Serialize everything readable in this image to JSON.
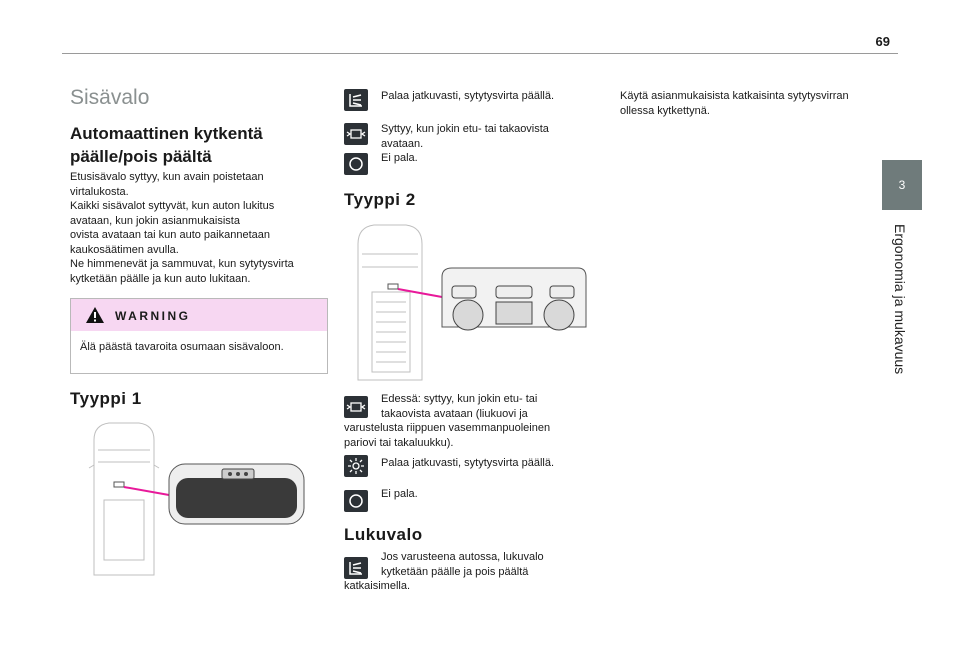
{
  "page": {
    "number": "69",
    "chapter_number": "3",
    "chapter_title": "Ergonomia ja mukavuus"
  },
  "col1": {
    "heading": "Sisävalo",
    "subheading": "Automaattinen kytkentä päälle/pois päältä",
    "paragraphs": [
      "Etusisävalo syttyy, kun avain poistetaan",
      "virtalukosta.",
      "Kaikki sisävalot syttyvät, kun auton lukitus",
      "avataan, kun jokin asianmukaisista",
      "ovista avataan tai kun auto paikannetaan",
      "kaukosäätimen avulla.",
      "Ne himmenevät ja sammuvat, kun sytytysvirta",
      "kytketään päälle ja kun auto lukitaan."
    ],
    "warning": {
      "title": "WARNING",
      "text": "Älä päästä tavaroita osumaan sisävaloon."
    },
    "type1_heading": "Tyyppi 1"
  },
  "col2": {
    "items_top": [
      {
        "icon": "light-on-icon",
        "lines": [
          "Palaa jatkuvasti, sytytysvirta päällä."
        ]
      },
      {
        "icon": "door-light-icon",
        "lines": [
          "Syttyy, kun jokin etu- tai takaovista",
          "avataan."
        ]
      },
      {
        "icon": "off-icon",
        "lines": [
          "Ei pala."
        ]
      }
    ],
    "type2_heading": "Tyyppi 2",
    "items_mid": [
      {
        "icon": "door-light-icon",
        "lines": [
          "Edessä: syttyy, kun jokin etu- tai",
          "takaovista avataan (liukuovi ja",
          "varustelusta riippuen vasemmanpuoleinen",
          "pariovi tai takaluukku)."
        ]
      },
      {
        "icon": "sun-icon",
        "lines": [
          "Palaa jatkuvasti, sytytysvirta päällä."
        ]
      },
      {
        "icon": "off-icon",
        "lines": [
          "Ei pala."
        ]
      }
    ],
    "reading_heading": "Lukuvalo",
    "reading": {
      "icon": "light-on-icon",
      "lines": [
        "Jos varusteena autossa, lukuvalo",
        "kytketään päälle ja pois päältä",
        "katkaisimella."
      ]
    }
  },
  "col3": {
    "lines": [
      "Käytä asianmukaisista katkaisinta sytytysvirran",
      "ollessa kytkettynä."
    ]
  },
  "colors": {
    "accent_pink": "#e8199a",
    "warning_band": "#f7d7f2",
    "tab_gray": "#6f7b7b",
    "icon_dark": "#2c3136"
  }
}
